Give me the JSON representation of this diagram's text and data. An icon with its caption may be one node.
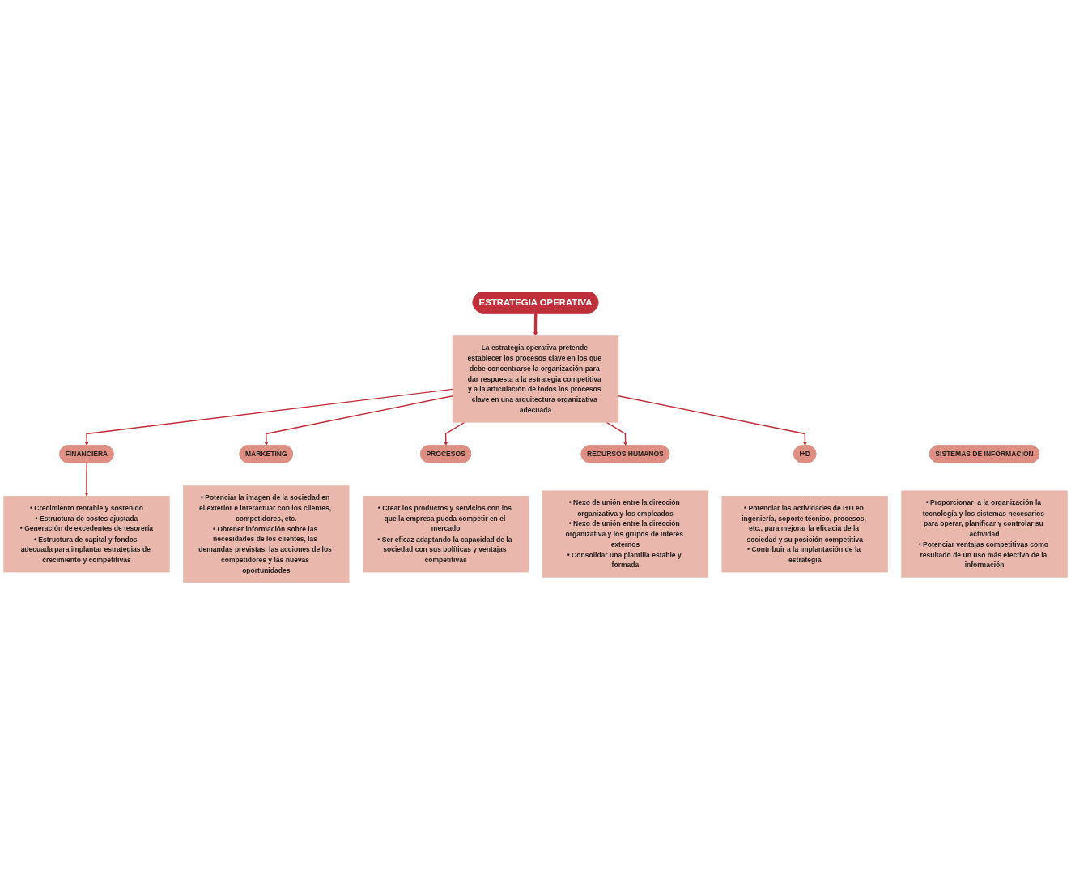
{
  "diagram": {
    "nodes": [
      {
        "text": [
          "ESTRATEGIA OPERATIVA"
        ]
      },
      {
        "text": [
          "La estrategia operativa pretende establecer los procesos clave en los que debe concentrarse la organización para dar respuesta a la estrategia competitiva y a la articulación de todos los procesos clave en una arquitectura organizativa adecuada"
        ]
      },
      {
        "text": [
          "FINANCIERA"
        ]
      },
      {
        "text": [
          "MARKETING"
        ]
      },
      {
        "text": [
          "PROCESOS"
        ]
      },
      {
        "text": [
          "• Crecimiento rentable y sostenido",
          "• Estructura de costes ajustada",
          "• Generación de excedentes de tesorería",
          "• Estructura de capital y fondos adecuada para implantar estrategias de crecimiento y competitivas"
        ]
      },
      {
        "text": [
          "• Potenciar la imagen de la sociedad en el exterior e interactuar con los clientes, competidores, etc.",
          "• Obtener información sobre las necesidades de los clientes, las demandas previstas, las acciones de los competidores y las nuevas oportunidades"
        ]
      },
      {
        "text": [
          "• Crear los productos y servicios con los que la empresa pueda competir en el mercado",
          "• Ser eficaz adaptando la capacidad de la sociedad con sus políticas y ventajas competitivas"
        ]
      },
      {
        "text": [
          "RECURSOS HUMANOS"
        ]
      },
      {
        "text": [
          "SISTEMAS DE INFORMACIÓN"
        ]
      },
      {
        "text": [
          "I+D"
        ]
      },
      {
        "text": [
          "• Nexo de unión entre la dirección organizativa y los empleados",
          "• Nexo de unión entre la dirección organizativa y los grupos de interés externos",
          "• Consolidar una plantilla estable y formada"
        ]
      },
      {
        "text": [
          "• Proporcionar  a la organización la tecnología y los sistemas necesarios para operar, planificar y controlar su actividad",
          "• Potenciar ventajas competitivas como resultado de un uso más efectivo de la información"
        ]
      },
      {
        "text": [
          "• Potenciar las actividades de I+D en ingeniería, soporte técnico, procesos, etc., para mejorar la eficacia de la sociedad y su posición competitiva",
          "• Contribuir a la implantación de la estrategia"
        ]
      }
    ],
    "edges": [
      {
        "from": 0,
        "to": 1,
        "arrow": "to",
        "style": "thick"
      },
      {
        "from": 1,
        "to": 2,
        "arrow": "to"
      },
      {
        "from": 1,
        "to": 3,
        "arrow": "to"
      },
      {
        "from": 1,
        "to": 4,
        "arrow": "to"
      },
      {
        "from": 1,
        "to": 8,
        "arrow": "to"
      },
      {
        "from": 1,
        "to": 10,
        "arrow": "to"
      },
      {
        "from": 2,
        "to": 5,
        "arrow": "to"
      }
    ]
  }
}
